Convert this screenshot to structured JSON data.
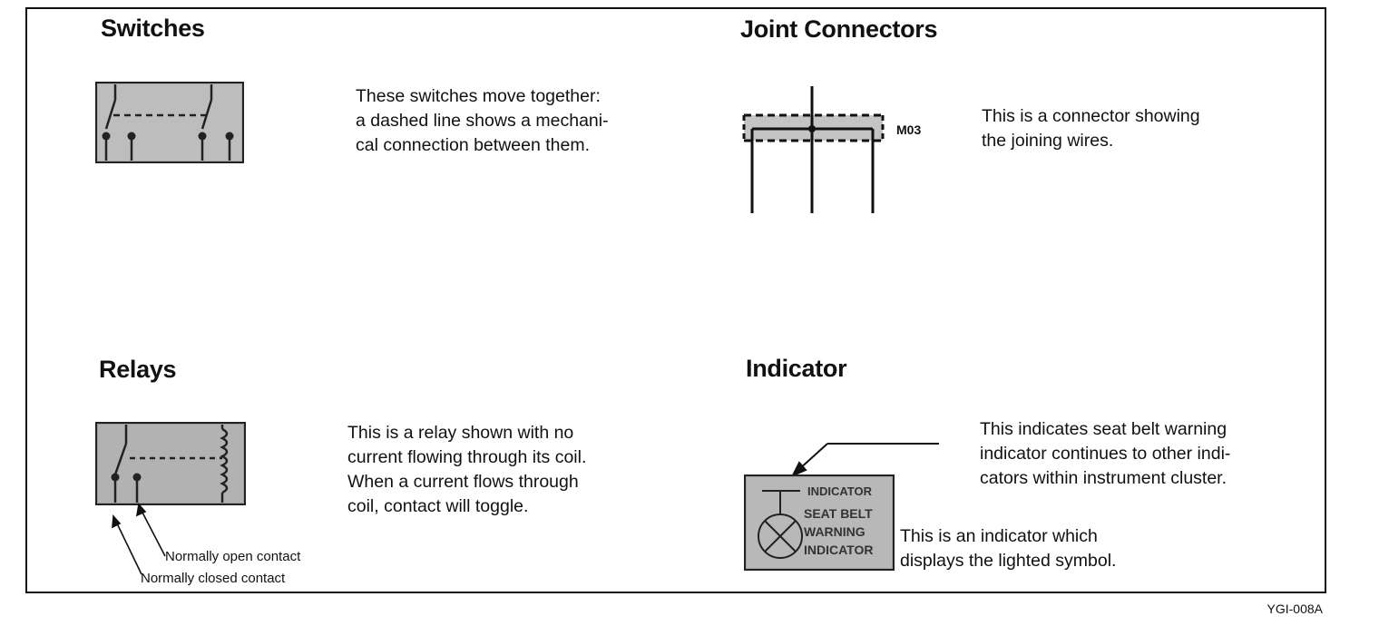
{
  "sections": {
    "switches": {
      "title": "Switches",
      "description": "These switches move together:\na dashed line shows a mechani-\ncal connection between them."
    },
    "joint_connectors": {
      "title": "Joint Connectors",
      "connector_label": "M03",
      "description": "This is a connector showing\nthe joining wires."
    },
    "relays": {
      "title": "Relays",
      "description": "This is a relay shown with no\ncurrent flowing through its coil.\nWhen a current flows through\ncoil, contact will toggle.",
      "callout_open": "Normally open contact",
      "callout_closed": "Normally closed contact"
    },
    "indicator": {
      "title": "Indicator",
      "description_top": "This indicates seat belt warning\nindicator continues to other indi-\ncators within instrument cluster.",
      "description_side": "This is an indicator which\ndisplays the lighted symbol.",
      "symbol_text": [
        "INDICATOR",
        "SEAT BELT",
        "WARNING",
        "INDICATOR"
      ]
    }
  },
  "footer": {
    "figure_id": "YGI-008A"
  }
}
